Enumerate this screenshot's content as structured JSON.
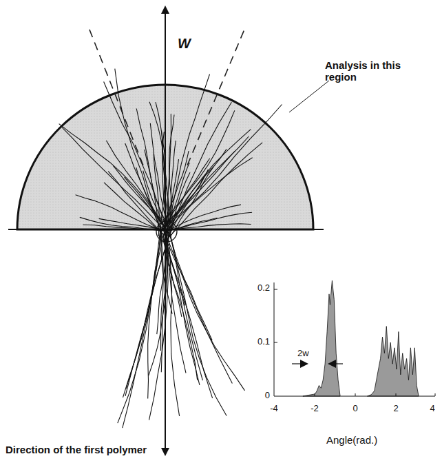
{
  "diagram": {
    "labels": [
      "W",
      "Analysis in this region",
      "0.2",
      "0.1",
      "0",
      "-4",
      "-2",
      "0",
      "2",
      "4",
      "2w",
      "Angle(rad.)",
      "Direction of the first polymer"
    ]
  }
}
